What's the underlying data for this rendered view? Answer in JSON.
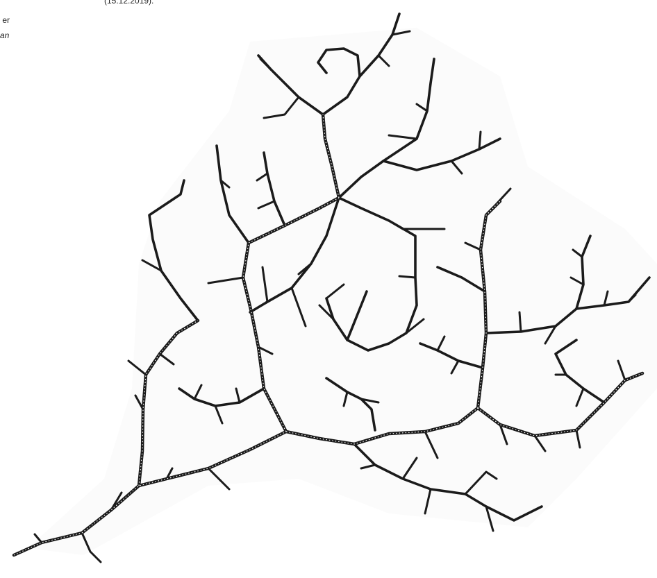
{
  "caption_fragments": {
    "date": "(15.12.2019).",
    "line_end_1": "er",
    "line_end_2": "an"
  },
  "figure": {
    "subject": "branching-filament-drawing",
    "background_color": "#ffffff",
    "line_color": "#1b1b1b"
  }
}
